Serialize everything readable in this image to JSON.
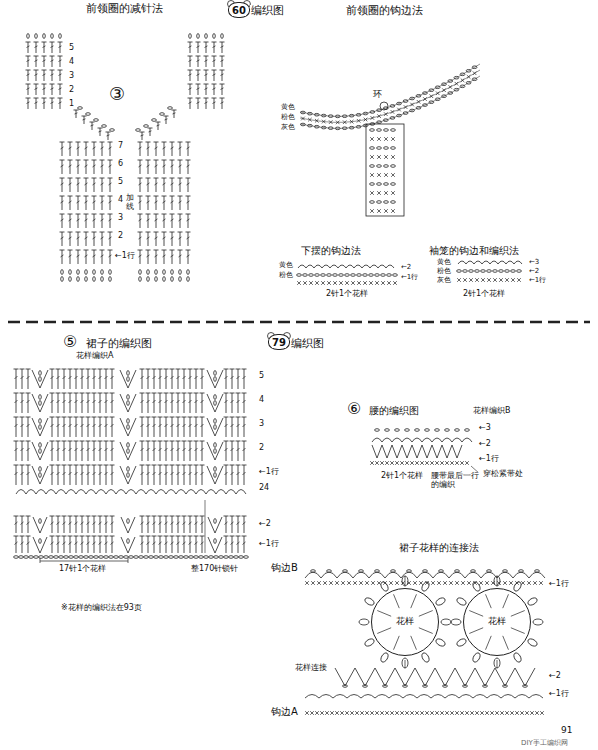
{
  "diagram": {
    "nodes": [
      {
        "text": [
          "60"
        ]
      },
      {
        "text": [
          "79"
        ]
      },
      {
        "text": [
          "花样"
        ]
      },
      {
        "text": [
          "花样"
        ]
      }
    ],
    "labels": [
      "前领圈的减针法",
      "编织图",
      "前领圈的钩边法",
      "③",
      "5",
      "4",
      "3",
      "2",
      "1",
      "7",
      "6",
      "5",
      "4",
      "3",
      "2",
      "加线",
      "←1行",
      "环",
      "黄色",
      "粉色",
      "灰色",
      "下摆的钩边法",
      "黄色",
      "粉色",
      "←2",
      "←1行",
      "2针1个花样",
      "袖笼的钩边和编织法",
      "黄色",
      "粉色",
      "灰色",
      "←3",
      "←2",
      "←1行",
      "2针1个花样",
      "⑤",
      "裙子的编织图",
      "编织图",
      "花样编织A",
      "5",
      "4",
      "3",
      "2",
      "←1行",
      "24",
      "←2",
      "←1行",
      "17针1个花样",
      "整170针锁针",
      "※花样的编织法在93页",
      "⑥",
      "腰的编织图",
      "花样编织B",
      "←3",
      "←2",
      "←1行",
      "2针1个花样",
      "腰带最后一行的编织",
      "穿松紧带处",
      "裙子花样的连接法",
      "钩边B",
      "←1行",
      "花样连接",
      "←2",
      "←1行",
      "钩边A",
      "91",
      "DIY手工编织网"
    ]
  }
}
